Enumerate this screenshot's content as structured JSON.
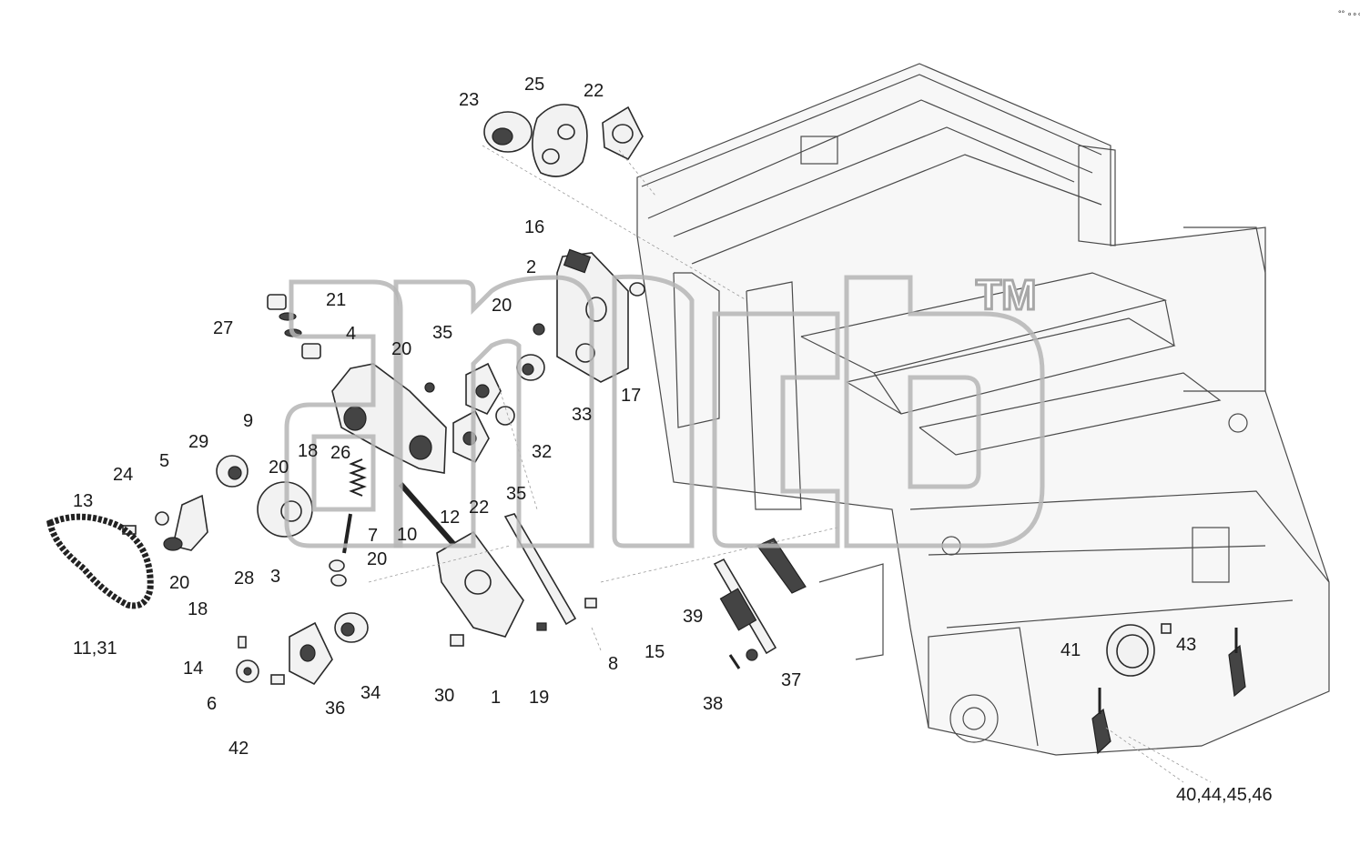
{
  "callouts": [
    "23",
    "25",
    "22",
    "16",
    "2",
    "21",
    "27",
    "4",
    "20",
    "35",
    "20",
    "9",
    "29",
    "5",
    "24",
    "13",
    "18",
    "26",
    "20",
    "12",
    "22",
    "35",
    "32",
    "33",
    "17",
    "7",
    "10",
    "20",
    "20",
    "3",
    "28",
    "18",
    "11,31",
    "14",
    "6",
    "42",
    "36",
    "34",
    "30",
    "1",
    "19",
    "8",
    "15",
    "39",
    "37",
    "38",
    "41",
    "43",
    "40,44,45,46"
  ],
  "watermark": {
    "text": "TM"
  },
  "corner_mark": "°° ∘∘∘"
}
